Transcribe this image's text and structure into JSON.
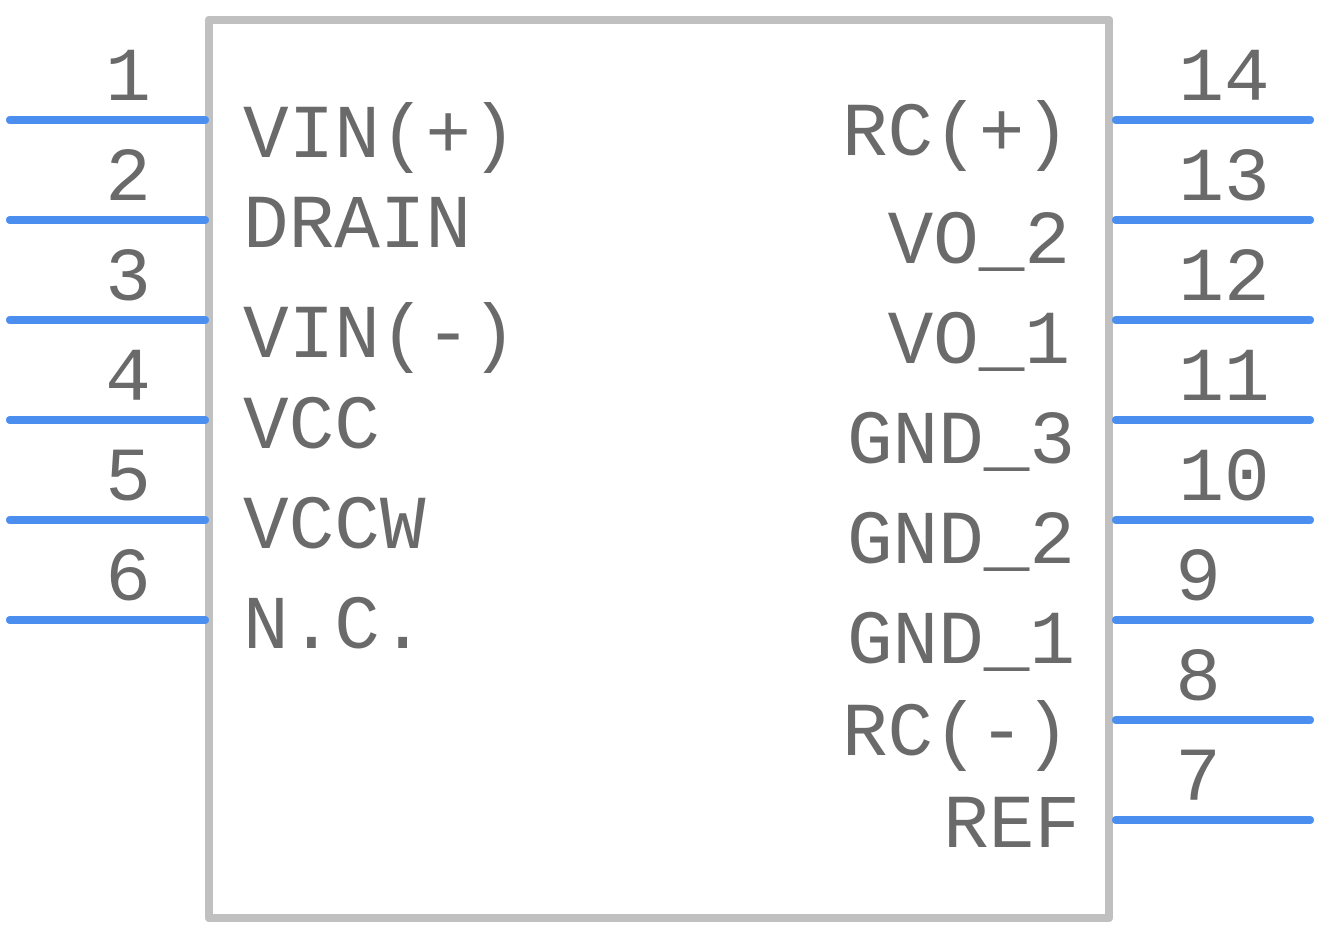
{
  "colors": {
    "outline": "#c0c0c0",
    "pin": "#4a8ef0",
    "text": "#6a6a6a"
  },
  "left_pins": [
    {
      "number": "1",
      "name": "VIN(+)"
    },
    {
      "number": "2",
      "name": "DRAIN"
    },
    {
      "number": "3",
      "name": "VIN(-)"
    },
    {
      "number": "4",
      "name": "VCC"
    },
    {
      "number": "5",
      "name": "VCCW"
    },
    {
      "number": "6",
      "name": "N.C."
    }
  ],
  "right_pins": [
    {
      "number": "14",
      "name": "RC(+)"
    },
    {
      "number": "13",
      "name": "VO_2"
    },
    {
      "number": "12",
      "name": "VO_1"
    },
    {
      "number": "11",
      "name": "GND_3"
    },
    {
      "number": "10",
      "name": "GND_2"
    },
    {
      "number": "9",
      "name": "GND_1"
    },
    {
      "number": "8",
      "name": "RC(-)"
    },
    {
      "number": "7",
      "name": "REF"
    }
  ]
}
